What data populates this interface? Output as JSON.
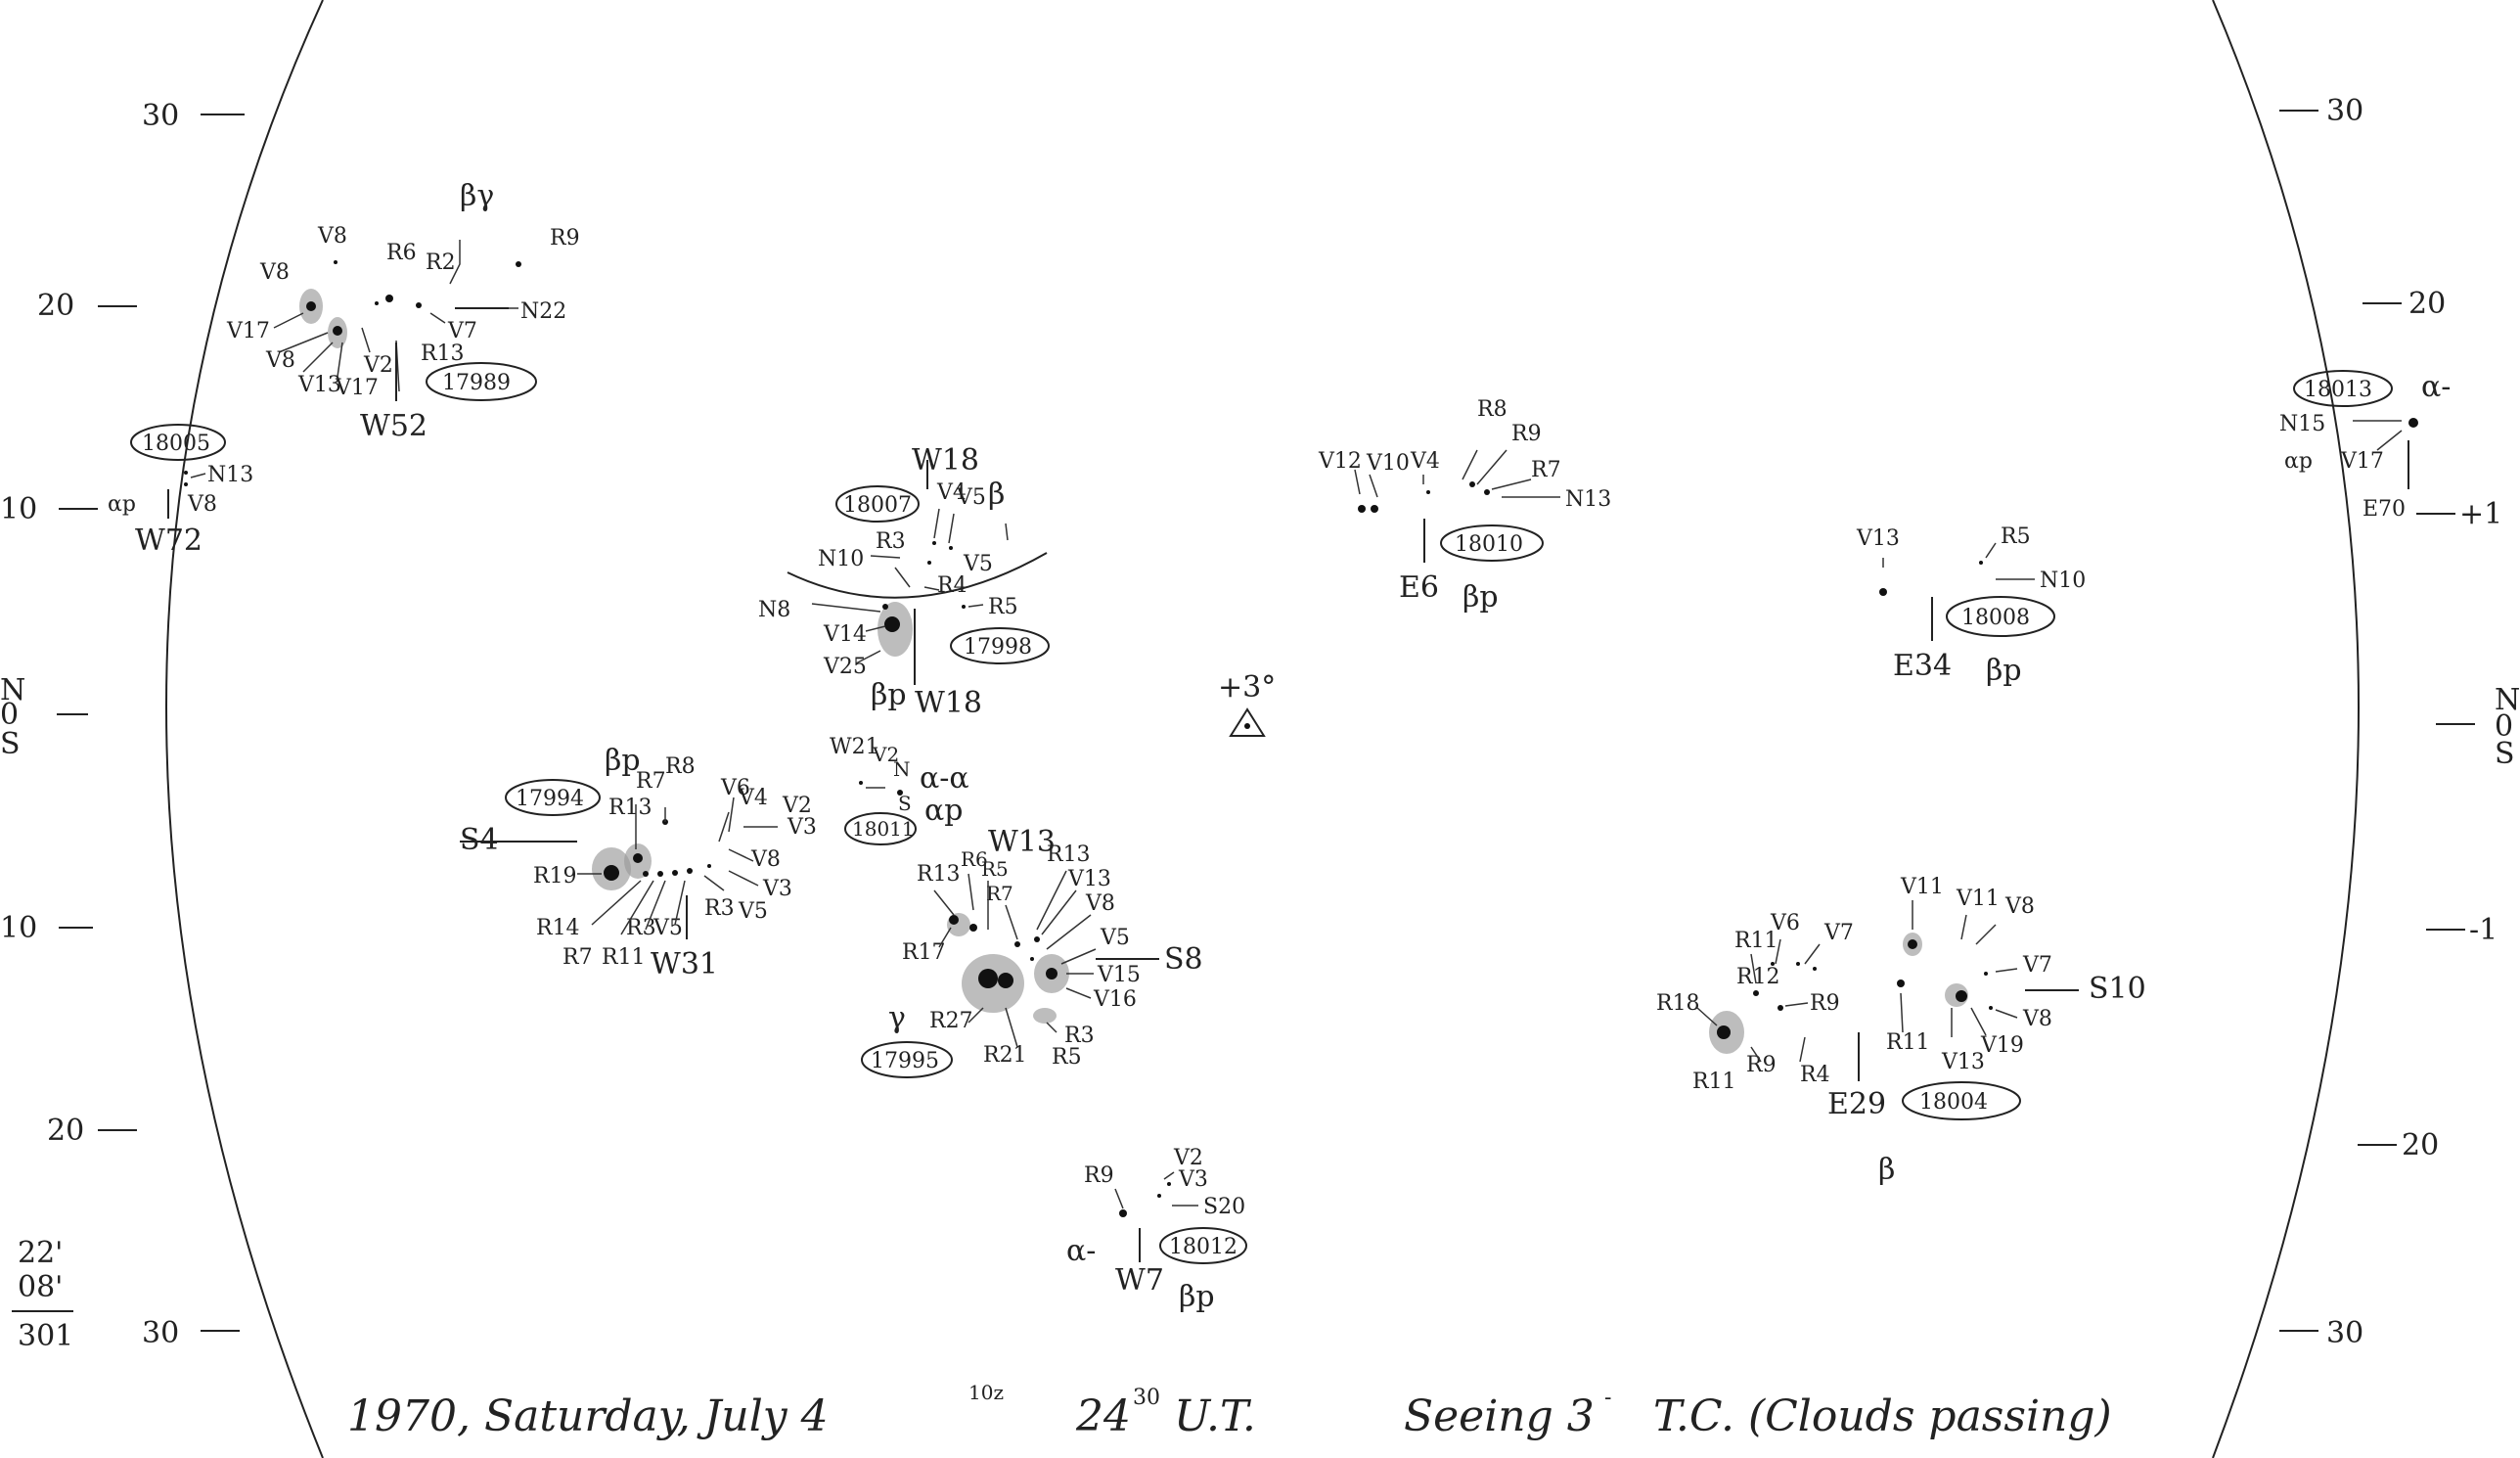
{
  "axis": {
    "left_ticks": [
      "30",
      "20",
      "10",
      "N",
      "0",
      "S",
      "10",
      "20",
      "30"
    ],
    "right_ticks": [
      "30",
      "20",
      "+1",
      "N",
      "0",
      "S",
      "-1",
      "20",
      "30"
    ],
    "corner_note": [
      "22'",
      "08'",
      "301"
    ]
  },
  "regions": [
    {
      "id": "r17989",
      "number": "17989",
      "position": "W52",
      "latitude": "N22",
      "class": "βγ",
      "spots": [
        "V8",
        "V8",
        "R6",
        "R2",
        "R9",
        "V17",
        "V8",
        "V2",
        "V7",
        "R13",
        "V13",
        "V17"
      ]
    },
    {
      "id": "r18005",
      "number": "18005",
      "position": "W72",
      "latitude": "N13",
      "class": "αp",
      "spots": [
        "V8"
      ]
    },
    {
      "id": "r18007",
      "number": "18007",
      "position": "W18",
      "class": "β",
      "spots": [
        "V4",
        "V5",
        "R3",
        "N10",
        "V5",
        "R4"
      ]
    },
    {
      "id": "r17998",
      "number": "17998",
      "position": "W18",
      "latitude": "N8",
      "class": "βp",
      "spots": [
        "R5",
        "V14",
        "V25"
      ]
    },
    {
      "id": "r18010",
      "number": "18010",
      "position": "E6",
      "latitude": "N13",
      "class": "βp",
      "spots": [
        "V12",
        "V10",
        "V4",
        "R8",
        "R9",
        "R7"
      ]
    },
    {
      "id": "r18008",
      "number": "18008",
      "position": "E34",
      "latitude": "N10",
      "class": "βp",
      "spots": [
        "V13",
        "R5"
      ]
    },
    {
      "id": "r18013",
      "number": "18013",
      "position": "E70",
      "latitude": "N15",
      "class": "α-",
      "extra": "αp",
      "spots": [
        "V17"
      ]
    },
    {
      "id": "r17994",
      "number": "17994",
      "position": "W31",
      "latitude": "S4",
      "class": "βp",
      "spots": [
        "R13",
        "R7",
        "R8",
        "V6",
        "V4",
        "V2",
        "V3",
        "V8",
        "V3",
        "R19",
        "R14",
        "R3",
        "V5",
        "R3",
        "V5",
        "R7",
        "R11"
      ]
    },
    {
      "id": "r18011",
      "number": "18011",
      "position": "W21",
      "class": "α-α",
      "extra": "αp",
      "spots": [
        "V2",
        "N",
        "S"
      ]
    },
    {
      "id": "r17995",
      "number": "17995",
      "position": "W13",
      "latitude": "S8",
      "class": "γ",
      "spots": [
        "R13",
        "R6",
        "R5",
        "R7",
        "R13",
        "V13",
        "V8",
        "V5",
        "V15",
        "V16",
        "R17",
        "R27",
        "R21",
        "R3",
        "R5"
      ]
    },
    {
      "id": "r18004",
      "number": "18004",
      "position": "E29",
      "latitude": "S10",
      "class": "β",
      "spots": [
        "V11",
        "V11",
        "V8",
        "R11",
        "V6",
        "V7",
        "R12",
        "V7",
        "R18",
        "R9",
        "V8",
        "R9",
        "R11",
        "R4",
        "R11",
        "V13",
        "V19"
      ]
    },
    {
      "id": "r18012",
      "number": "18012",
      "position": "W7",
      "latitude": "S20",
      "class": "βp",
      "extra": "α-",
      "spots": [
        "R9",
        "V2",
        "V3"
      ]
    }
  ],
  "center_marker": "+3°",
  "footer": {
    "date": "1970, Saturday, July 4",
    "superscript": "10z",
    "time": "24",
    "time_superscript": "30",
    "time_suffix": "U.T.",
    "seeing": "Seeing 3",
    "seeing_sup": "-",
    "observer": "T.C. (Clouds passing)"
  }
}
